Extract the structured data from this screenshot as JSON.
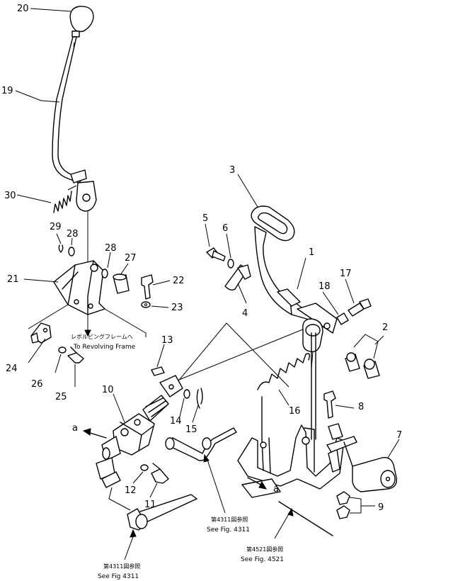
{
  "callouts": [
    {
      "id": "p20",
      "text": "20"
    },
    {
      "id": "p19",
      "text": "19"
    },
    {
      "id": "p30",
      "text": "30"
    },
    {
      "id": "p29",
      "text": "29"
    },
    {
      "id": "p28a",
      "text": "28"
    },
    {
      "id": "p28b",
      "text": "28"
    },
    {
      "id": "p27",
      "text": "27"
    },
    {
      "id": "p21",
      "text": "21"
    },
    {
      "id": "p22",
      "text": "22"
    },
    {
      "id": "p23",
      "text": "23"
    },
    {
      "id": "p24",
      "text": "24"
    },
    {
      "id": "p26",
      "text": "26"
    },
    {
      "id": "p25",
      "text": "25"
    },
    {
      "id": "p13",
      "text": "13"
    },
    {
      "id": "p10",
      "text": "10"
    },
    {
      "id": "p14",
      "text": "14"
    },
    {
      "id": "p15",
      "text": "15"
    },
    {
      "id": "p12",
      "text": "12"
    },
    {
      "id": "p11",
      "text": "11"
    },
    {
      "id": "p3",
      "text": "3"
    },
    {
      "id": "p5",
      "text": "5"
    },
    {
      "id": "p6",
      "text": "6"
    },
    {
      "id": "p1",
      "text": "1"
    },
    {
      "id": "p4",
      "text": "4"
    },
    {
      "id": "p18",
      "text": "18"
    },
    {
      "id": "p17",
      "text": "17"
    },
    {
      "id": "p2",
      "text": "2"
    },
    {
      "id": "p16",
      "text": "16"
    },
    {
      "id": "p8",
      "text": "8"
    },
    {
      "id": "p7",
      "text": "7"
    },
    {
      "id": "p9",
      "text": "9"
    }
  ],
  "letters": {
    "a_left": "a",
    "a_right": "a"
  },
  "notes": {
    "revolving_jp": "レボルビングフレームへ",
    "revolving_en": "To Revolving Frame",
    "fig4311_center_jp": "第4311図参照",
    "fig4311_center_en": "See Fig. 4311",
    "fig4521_jp": "第4521図参照",
    "fig4521_en": "See Fig. 4521",
    "fig4311_bottom_jp": "第4311図参照",
    "fig4311_bottom_en": "See Fig  4311"
  }
}
